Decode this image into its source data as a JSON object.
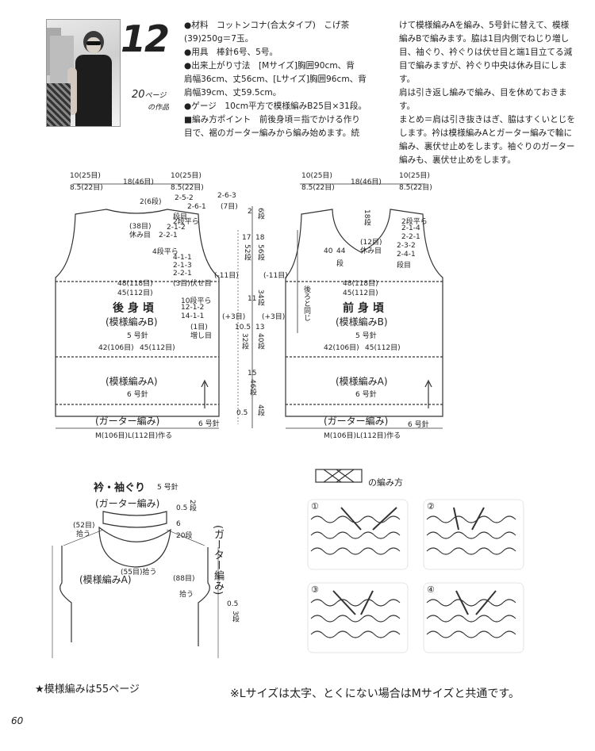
{
  "header": {
    "number": "12",
    "page_ref_num": "20",
    "page_ref_suffix": "ページ",
    "page_ref_note": "の作品"
  },
  "spec_lines": [
    "●材料　コットンコナ(合太タイプ)　こげ茶",
    "(39)250g＝7玉。",
    "●用具　棒針6号、5号。",
    "●出来上がり寸法　[Mサイズ]胸囲90cm、背",
    "肩幅36cm、丈56cm、[Lサイズ]胸囲96cm、背",
    "肩幅39cm、丈59.5cm。",
    "●ゲージ　10cm平方で模様編みB25目×31段。",
    "■編み方ポイント　前後身頃＝指でかける作り",
    "目で、裾のガーター編みから編み始めます。続"
  ],
  "spec_lines_right": [
    "けて模様編みAを編み、5号針に替えて、模様",
    "編みBで編みます。脇は1目内側でねじり増し",
    "目、袖ぐり、衿ぐりは伏せ目と端1目立てる減",
    "目で編みますが、衿ぐり中央は休み目にします。",
    "肩は引き返し編みで編み、目を休めておきます。",
    "まとめ＝肩は引き抜きはぎ、脇はすくいとじを",
    "します。衿は模様編みAとガーター編みで輪に",
    "編み、裏伏せ止めをします。袖ぐりのガーター",
    "編みも、裏伏せ止めをします。"
  ],
  "back": {
    "name": "後 身 頃",
    "pattern_b": "(模様編みB)",
    "needle_5": "5 号針",
    "pattern_a": "(模様編みA)",
    "needle_6": "6 号針",
    "garter": "(ガーター編み)",
    "garter_needle": "6 号針",
    "top_left_1": "10(25目)",
    "top_left_2": "8.5(22目)",
    "top_mid": "18(46目)",
    "top_right_1": "10(25目)",
    "top_right_2": "8.5(22目)",
    "neck_a": "2(6段)",
    "neck_b": "2-5-2",
    "neck_c": "2-6-1",
    "neck_d": "2-6-3",
    "neck_e": "(7目)",
    "neck_f": "段目",
    "rest_a": "(38目)",
    "rest_b": "休み目",
    "dec_a": "2段平ら",
    "dec_b": "2-1-2",
    "dec_c": "2-2-1",
    "arm_a": "4段平ら",
    "arm_b": "4-1-1",
    "arm_c": "2-1-3",
    "arm_d": "2-2-1",
    "arm_e": "(3目)伏せ目",
    "minus11": "(-11目)",
    "w48": "48(118目)",
    "w45": "45(112目)",
    "inc_a": "10段平ら",
    "inc_b": "12-1-2",
    "inc_c": "14-1-1",
    "inc_d": "(1目)",
    "inc_e": "増し目",
    "plus3": "(+3目)",
    "w42": "42(106目)",
    "w45b": "45(112目)",
    "bottom": "M(106目)L(112目)作る"
  },
  "front": {
    "name": "前 身 頃",
    "pattern_b": "(模様編みB)",
    "needle_5": "5 号針",
    "pattern_a": "(模様編みA)",
    "needle_6": "6 号針",
    "garter": "(ガーター編み)",
    "garter_needle": "6 号針",
    "top_left_1": "10(25目)",
    "top_left_2": "8.5(22目)",
    "top_mid": "18(46目)",
    "top_right_1": "10(25目)",
    "top_right_2": "8.5(22目)",
    "n1": "18段",
    "n2": "2段平ら",
    "n3": "2-1-4",
    "n4": "2-2-1",
    "n5": "2-3-2",
    "n6": "2-4-1",
    "n7": "段目",
    "rest_a": "(12目)",
    "rest_b": "休み目",
    "h40": "40",
    "h44": "44",
    "h44b": "段",
    "same_back": "後ろと同じ",
    "minus11": "(-11目)",
    "w48": "48(118目)",
    "w45": "45(112目)",
    "plus3": "(+3目)",
    "w42": "42(106目)",
    "w45b": "45(112目)",
    "bottom": "M(106目)L(112目)作る"
  },
  "mid_dims": {
    "d1": "2",
    "d1b": "6段",
    "d2": "17",
    "d2b": "52段",
    "d3": "18",
    "d3b": "56段",
    "d4": "11",
    "d4b": "34段",
    "d5": "10.5",
    "d5b": "32段",
    "d6": "13",
    "d6b": "40段",
    "d7": "15",
    "d7b": "46段",
    "d8": "0.5",
    "d8b": "4段"
  },
  "collar": {
    "title": "衿・袖ぐり",
    "needle": "5 号針",
    "garter": "(ガーター編み)",
    "g1": "0.5",
    "g2": "2段",
    "g3": "6",
    "g4": "20段",
    "pick52": "(52目)",
    "pick52b": "拾う",
    "pattern_a": "(模様編みA)",
    "pick55": "(55目)拾う",
    "pick88": "(88目)",
    "pick88b": "拾う",
    "garter_v": "(ガーター編み)",
    "s1": "0.5",
    "s2": "3段"
  },
  "method": {
    "label": "の編み方",
    "steps": [
      "①",
      "②",
      "③",
      "④"
    ]
  },
  "footer": {
    "note_left": "★模様編みは55ページ",
    "note_right": "※Lサイズは太字、とくにない場合はMサイズと共通です。",
    "page": "60"
  }
}
